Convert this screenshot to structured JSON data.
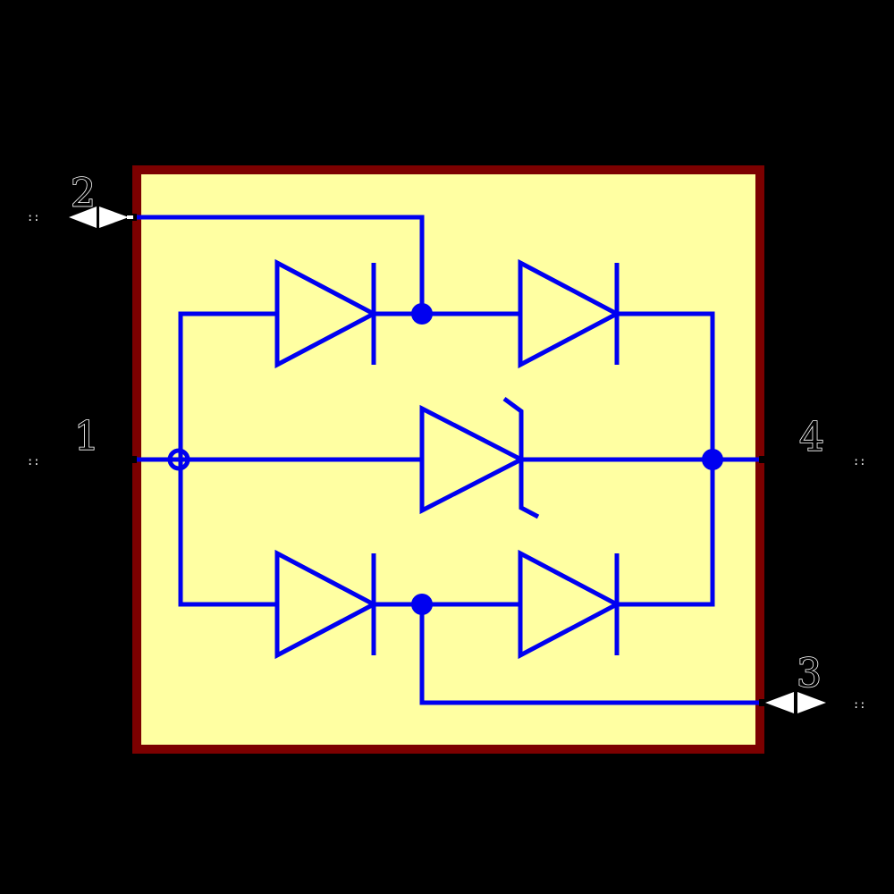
{
  "colors": {
    "background": "#000000",
    "body_fill": "#FFFFA2",
    "body_border": "#7C0000",
    "wire": "#0000F0",
    "pin_label_fill": "#000000",
    "pin_label_outline": "#FFFFFF",
    "pin_arrow": "#FFFFFF",
    "tick": "#FFFFFF"
  },
  "pins": {
    "pin1": {
      "number": "1",
      "tick": "::"
    },
    "pin2": {
      "number": "2",
      "tick": "::"
    },
    "pin3": {
      "number": "3",
      "tick": "::"
    },
    "pin4": {
      "number": "4",
      "tick": "::"
    }
  },
  "symbols": {
    "diode_top_left": "diode",
    "diode_top_right": "diode",
    "diode_middle": "zener-diode",
    "diode_bottom_left": "diode",
    "diode_bottom_right": "diode"
  }
}
